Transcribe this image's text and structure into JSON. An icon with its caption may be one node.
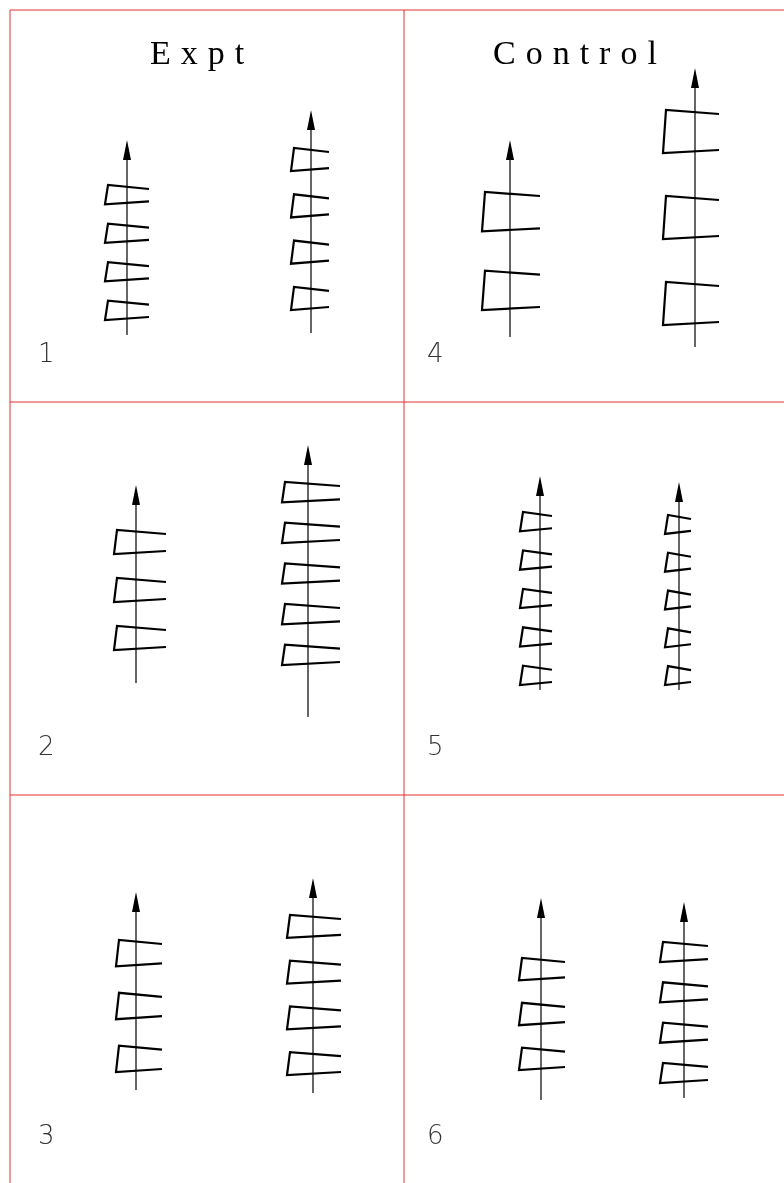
{
  "diagram": {
    "labels": [
      "Expt",
      "Control",
      "1",
      "4",
      "2",
      "5",
      "3",
      "6"
    ]
  }
}
